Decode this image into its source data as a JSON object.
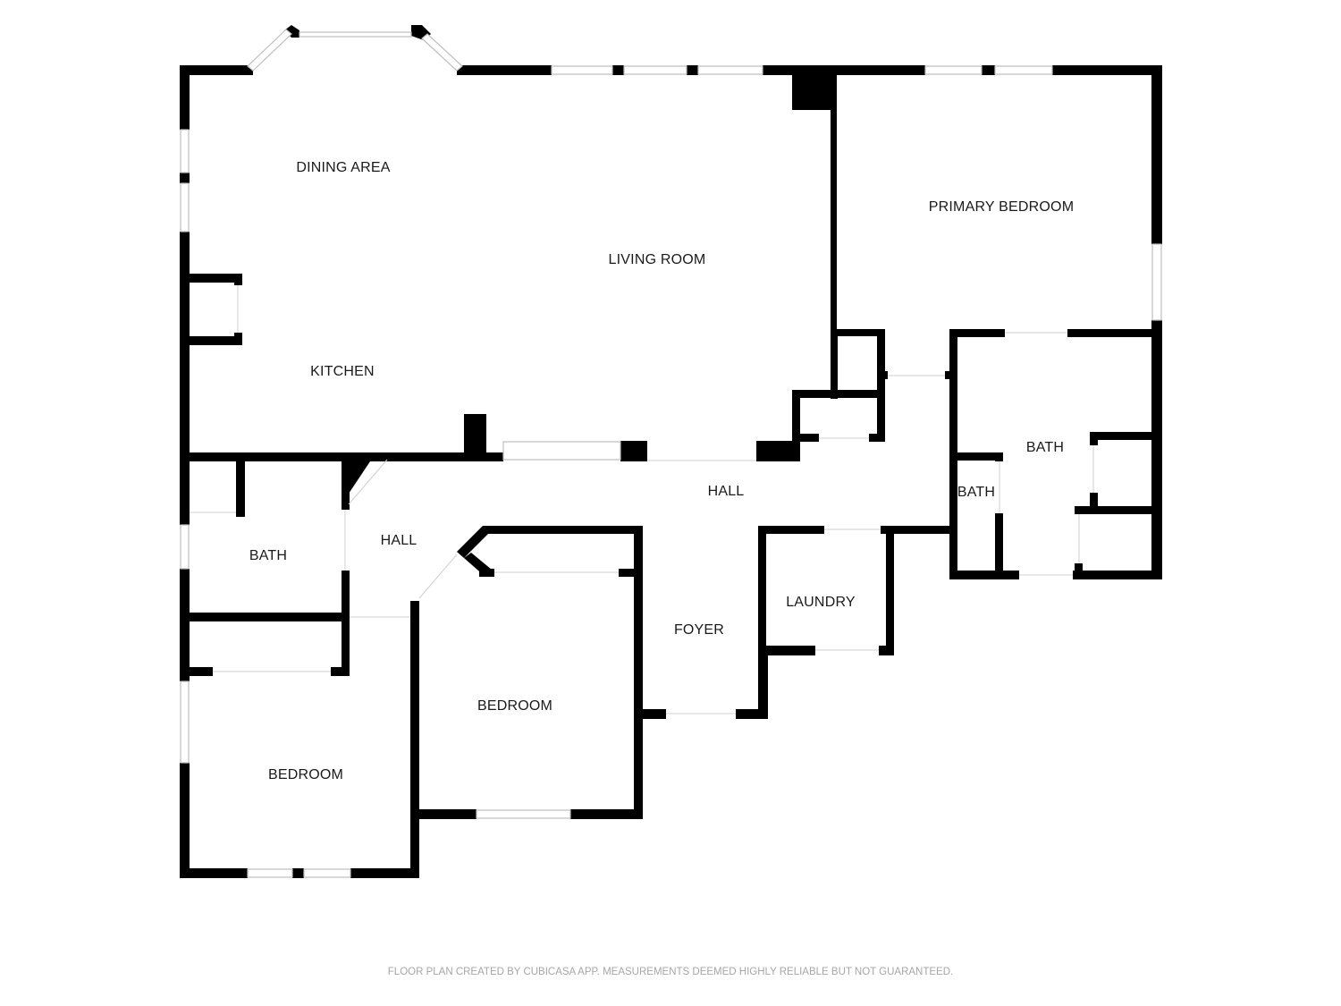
{
  "rooms": {
    "dining_area": "DINING AREA",
    "living_room": "LIVING ROOM",
    "kitchen": "KITCHEN",
    "primary_bedroom": "PRIMARY BEDROOM",
    "hall_main": "HALL",
    "hall_west": "HALL",
    "bath_west": "BATH",
    "bath_primary": "BATH",
    "bath_small": "BATH",
    "laundry": "LAUNDRY",
    "foyer": "FOYER",
    "bedroom_center": "BEDROOM",
    "bedroom_west": "BEDROOM"
  },
  "footer": {
    "note": "FLOOR PLAN CREATED BY CUBICASA APP. MEASUREMENTS DEEMED HIGHLY RELIABLE BUT NOT GUARANTEED."
  },
  "colors": {
    "wall": "#000000",
    "background": "#ffffff",
    "window_frame": "#bdbdbd",
    "footer_text": "#a6a6a6"
  }
}
